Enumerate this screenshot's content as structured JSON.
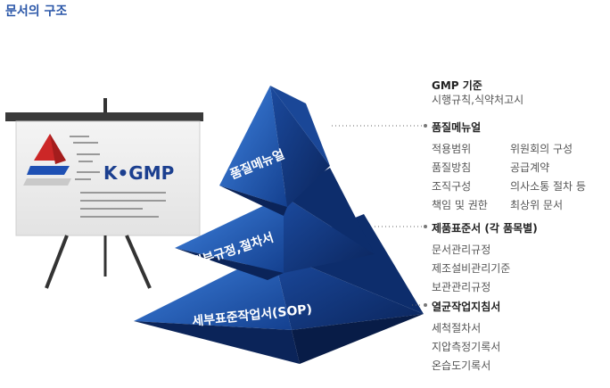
{
  "title": "문서의 구조",
  "logo": {
    "text": "K•GMP"
  },
  "pyramid": {
    "tier1": "품질메뉴얼",
    "tier2": "내부규정,절차서",
    "tier3": "세부표준작업서(SOP)"
  },
  "gmp": {
    "head": "GMP 기준",
    "sub": "시행규칙,식약처고시"
  },
  "manual": {
    "head": "품질메뉴얼",
    "left": [
      "적용범위",
      "품질방침",
      "조직구성",
      "책임 및 권한"
    ],
    "right": [
      "위원회의 구성",
      "공급계약",
      "의사소통 절차 등",
      "최상위 문서"
    ]
  },
  "product": {
    "head": "제품표준서 (각 품목별)",
    "items": [
      "문서관리규정",
      "제조설비관리기준",
      "보관관리규정"
    ]
  },
  "guide": {
    "head": "열균작업지침서",
    "items": [
      "세척절차서",
      "지압측정기록서",
      "온습도기록서"
    ]
  },
  "colors": {
    "pyramid_dark": "#0f2f73",
    "pyramid_light": "#2f6fd0",
    "title": "#2a56a8"
  }
}
